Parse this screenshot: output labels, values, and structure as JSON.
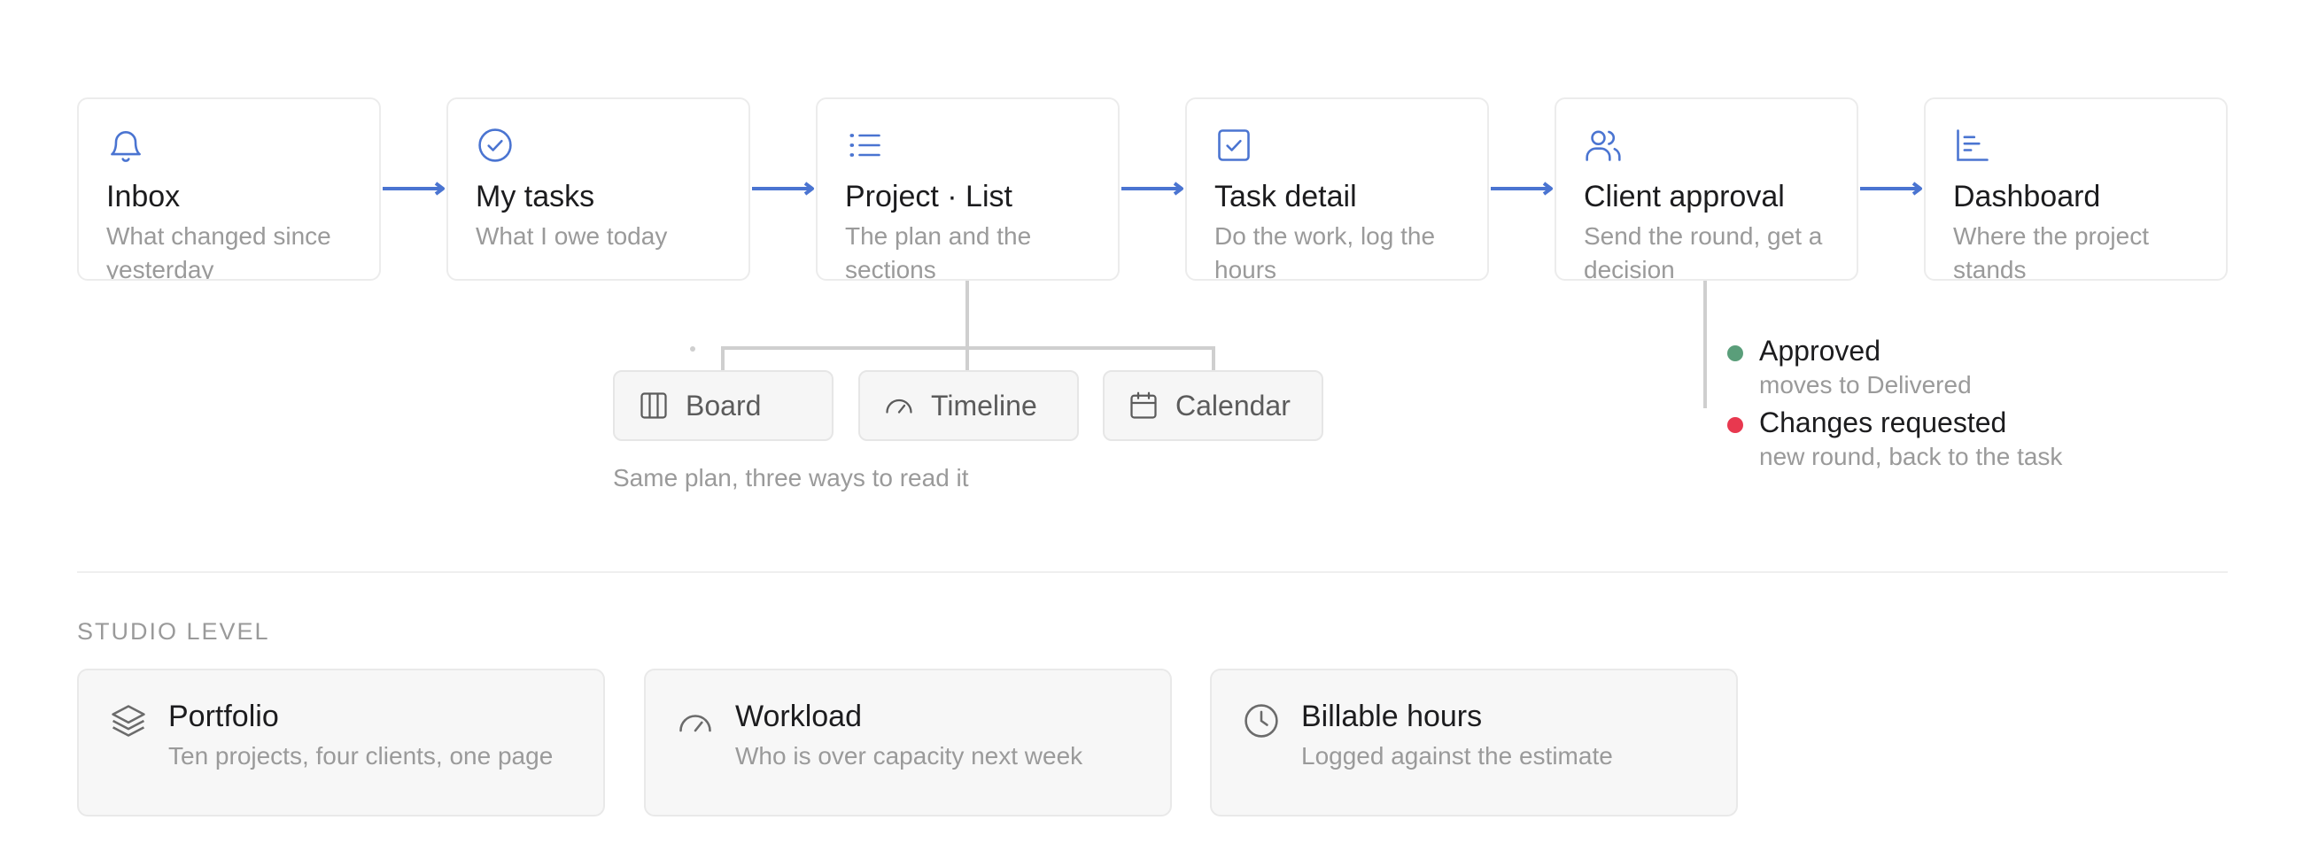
{
  "accent": "#4a74d1",
  "flow": [
    {
      "icon": "bell-icon",
      "title": "Inbox",
      "subtitle": "What changed since yesterday"
    },
    {
      "icon": "check-circle-icon",
      "title": "My tasks",
      "subtitle": "What I owe today"
    },
    {
      "icon": "list-icon",
      "title": "Project · List",
      "subtitle": "The plan and the sections"
    },
    {
      "icon": "checkbox-icon",
      "title": "Task detail",
      "subtitle": "Do the work, log the hours"
    },
    {
      "icon": "users-icon",
      "title": "Client approval",
      "subtitle": "Send the round, get a decision"
    },
    {
      "icon": "bar-chart-icon",
      "title": "Dashboard",
      "subtitle": "Where the project stands"
    }
  ],
  "views": {
    "items": [
      {
        "icon": "columns-icon",
        "label": "Board"
      },
      {
        "icon": "gauge-icon",
        "label": "Timeline"
      },
      {
        "icon": "calendar-icon",
        "label": "Calendar"
      }
    ],
    "caption": "Same plan, three ways to read it"
  },
  "outcomes": [
    {
      "label": "Approved",
      "detail": "moves to Delivered",
      "color": "#5a9e7a"
    },
    {
      "label": "Changes requested",
      "detail": "new round, back to the task",
      "color": "#e8384f"
    }
  ],
  "studio": {
    "section_label": "STUDIO LEVEL",
    "cards": [
      {
        "icon": "layers-icon",
        "title": "Portfolio",
        "subtitle": "Ten projects, four clients, one page"
      },
      {
        "icon": "gauge-icon",
        "title": "Workload",
        "subtitle": "Who is over capacity next week"
      },
      {
        "icon": "clock-icon",
        "title": "Billable hours",
        "subtitle": "Logged against the estimate"
      }
    ]
  }
}
